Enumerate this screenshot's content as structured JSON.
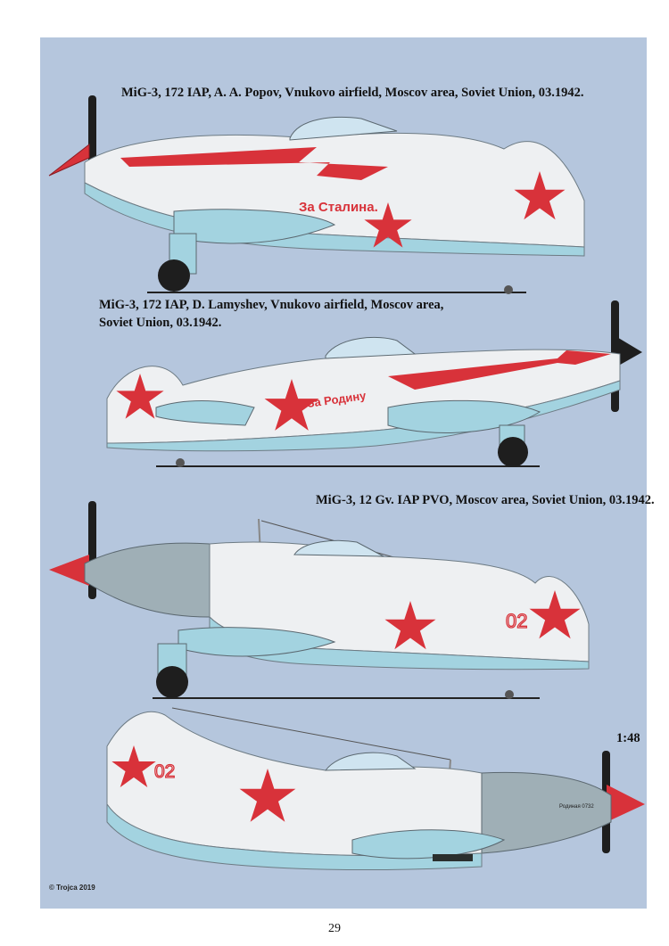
{
  "profiles": [
    {
      "caption": "MiG-3, 172 IAP, A. A. Popov, Vnukovo airfield, Moscov area, Soviet Union, 03.1942.",
      "slogan": "За Сталина.",
      "colors": {
        "upper": "#eef0f2",
        "lower": "#a3d3e0",
        "spinner": "#d8323a"
      }
    },
    {
      "caption": "MiG-3, 172 IAP, D. Lamyshev, Vnukovo airfield, Moscov area, Soviet Union, 03.1942.",
      "slogan": "За Родину",
      "colors": {
        "upper": "#eef0f2",
        "lower": "#a3d3e0",
        "spinner": "#222222"
      }
    },
    {
      "caption": "MiG-3, 12 Gv. IAP PVO, Moscov area, Soviet Union, 03.1942.",
      "number": "02",
      "colors": {
        "upper": "#eef0f2",
        "lower": "#a3d3e0",
        "nose": "#9fafb6",
        "spinner": "#d8323a"
      }
    },
    {
      "number": "02",
      "nose_text": "Родиная 0732",
      "colors": {
        "upper": "#eef0f2",
        "lower": "#a3d3e0",
        "nose": "#9fafb6",
        "spinner": "#d8323a"
      }
    }
  ],
  "scale": "1:48",
  "credit": "© Trojca 2019",
  "page_number": "29",
  "colors": {
    "panel": "#b5c6dd",
    "star": "#d8323a",
    "arrow": "#d8323a"
  }
}
